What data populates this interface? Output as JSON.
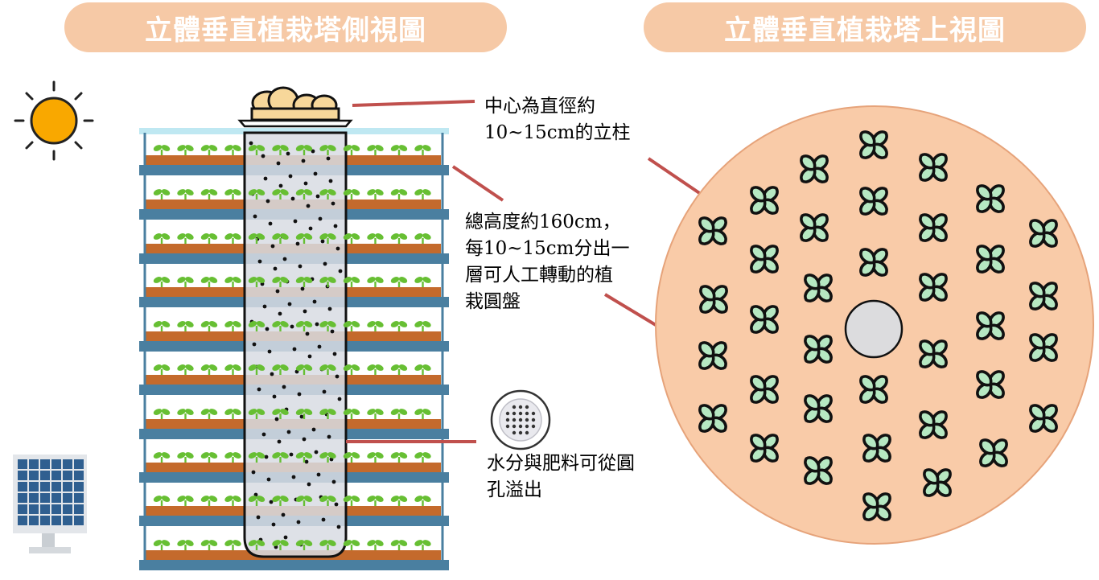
{
  "titles": {
    "side_view": "立體垂直植栽塔側視圖",
    "top_view": "立體垂直植栽塔上視圖"
  },
  "annotations": {
    "pillar": "中心為直徑約\n10~15cm的立柱",
    "height": "總高度約160cm，\n每10~15cm分出一\n層可人工轉動的植\n栽圓盤",
    "water": "水分與肥料可從圓\n孔溢出"
  },
  "icons": [
    "sun-icon",
    "solar-panel-icon",
    "planter-tower",
    "leaf-icon",
    "clover-icon",
    "perforated-hole-icon"
  ],
  "colors": {
    "title_bg": "#f6c9a6",
    "disc_fill": "#f9cba8",
    "disc_stroke": "#e6a37a",
    "shelf": "#4a7fa0",
    "soil": "#c46a2c",
    "seedling": "#67bf33",
    "clover_fill": "#b6e8c2",
    "pointer_line": "#c0504d",
    "sun": "#f9a800"
  }
}
